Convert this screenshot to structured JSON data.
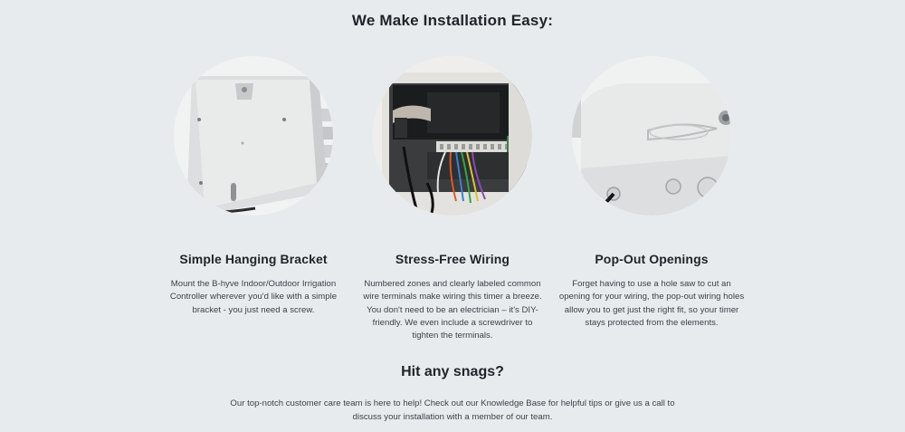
{
  "header": {
    "title": "We Make Installation Easy:"
  },
  "features": [
    {
      "image_icon": "hanging-bracket-photo",
      "title": "Simple Hanging Bracket",
      "description": "Mount the B-hyve Indoor/Outdoor Irrigation Controller wherever you'd like with a simple bracket - you just need a screw."
    },
    {
      "image_icon": "wiring-terminal-photo",
      "title": "Stress-Free Wiring",
      "description": "Numbered zones and clearly labeled common wire terminals make wiring this timer a breeze. You don't need to be an electrician – it's DIY-friendly. We even include a screwdriver to tighten the terminals."
    },
    {
      "image_icon": "pop-out-openings-photo",
      "title": "Pop-Out Openings",
      "description": "Forget having to use a hole saw to cut an opening for your wiring, the pop-out wiring holes allow you to get just the right fit, so your timer stays protected from the elements."
    }
  ],
  "snags": {
    "title": "Hit any snags?",
    "text": "Our top-notch customer care team is here to help! Check out our Knowledge Base for helpful tips or give us a call to discuss your installation with a member of our team."
  },
  "colors": {
    "background": "#e8ebed",
    "heading": "#1f2428",
    "body_text": "#3c4248",
    "device_white": "#e6e7e7",
    "circuit_black": "#1a1c1e"
  }
}
